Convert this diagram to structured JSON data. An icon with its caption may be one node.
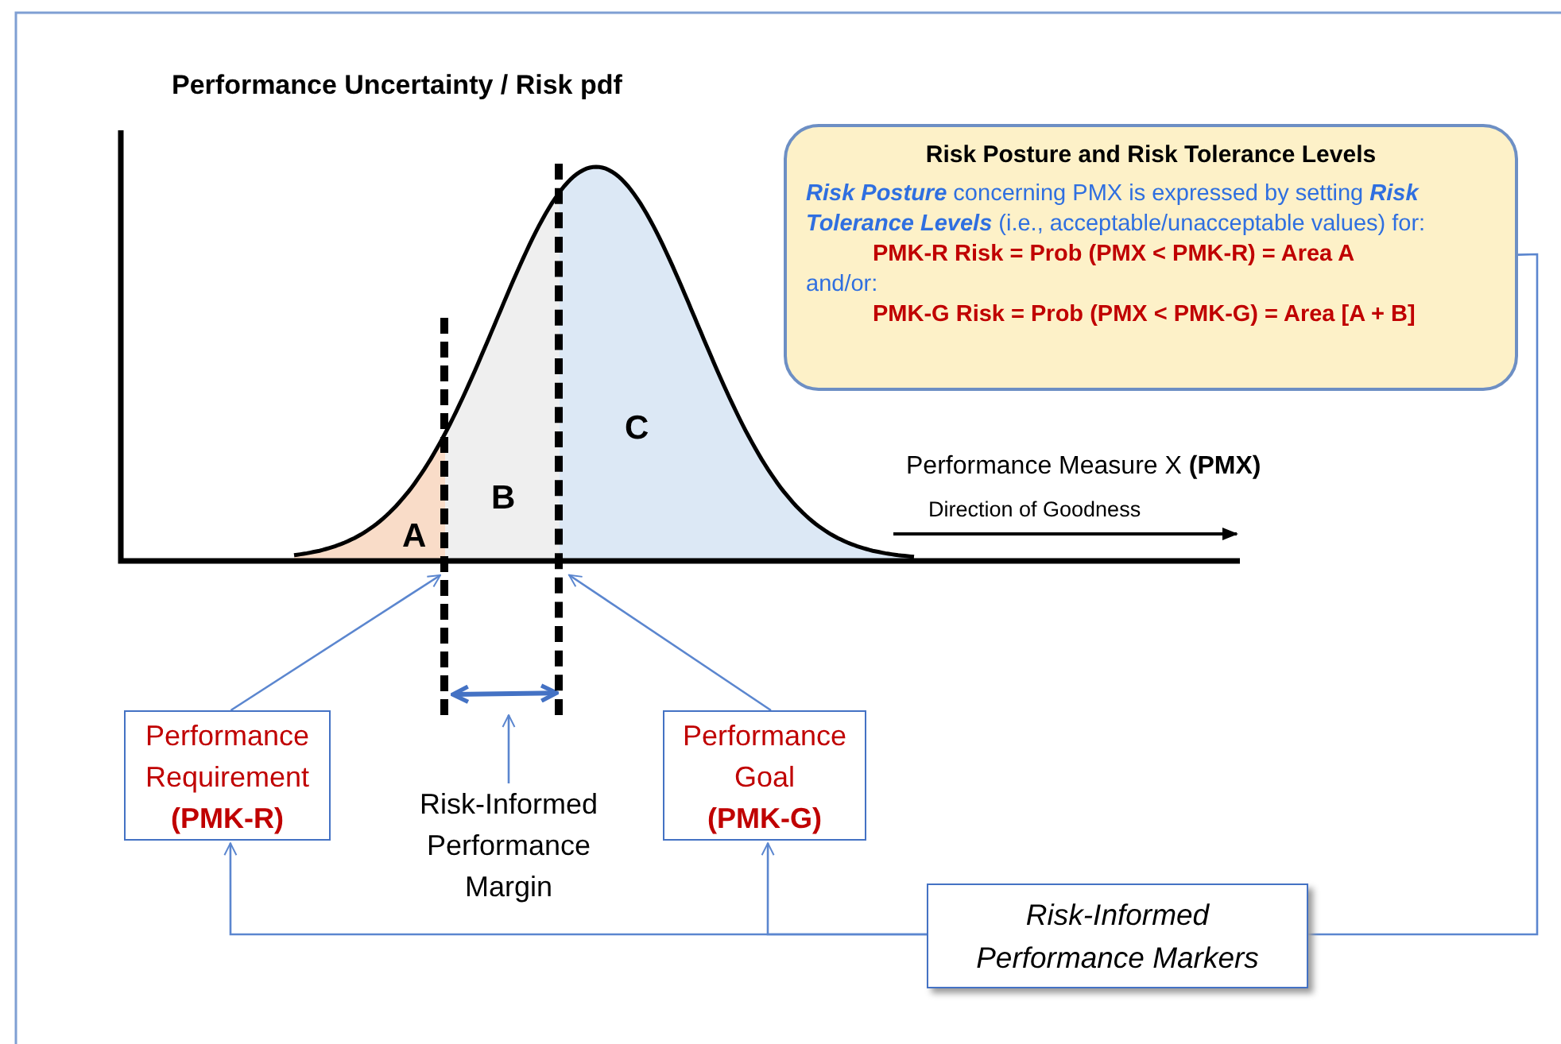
{
  "diagram": {
    "title": "Performance Uncertainty / Risk pdf",
    "nodes": [
      {
        "text": [
          "Risk Posture and Risk Tolerance Levels",
          "**Risk Posture** concerning PMX is expressed by setting **Risk Tolerance Levels** (i.e., acceptable/unacceptable values) for:",
          "PMK-R Risk = Prob (PMX < PMK-R) = Area A",
          "and/or:",
          "PMK-G Risk = Prob (PMX < PMK-G) = Area [A + B]"
        ]
      },
      {
        "text": [
          "Performance Requirement",
          "(PMK-R)"
        ]
      },
      {
        "text": [
          "Performance Goal",
          "(PMK-G)"
        ]
      },
      {
        "text": [
          "Risk-Informed Performance Markers"
        ]
      },
      {
        "text": [
          "Risk-Informed Performance Margin"
        ]
      },
      {
        "text": [],
        "shape": "line"
      },
      {
        "text": [],
        "shape": "line"
      }
    ],
    "edges": [
      {
        "from": 1,
        "to": 5,
        "arrow": "to"
      },
      {
        "from": 2,
        "to": 6,
        "arrow": "to"
      },
      {
        "from": 4,
        "to": null,
        "arrow": "to"
      },
      {
        "from": 3,
        "to": 1,
        "arrow": "to"
      },
      {
        "from": 3,
        "to": 2,
        "arrow": "to"
      },
      {
        "from": 0,
        "to": 3,
        "arrow": "none"
      },
      {
        "from": 5,
        "to": 6,
        "arrow": "both",
        "style": "thick",
        "color": "#4472c4"
      }
    ],
    "labels": [
      "C",
      "Performance Measure X **(PMX)**",
      "B",
      "Direction of Goodness",
      "A"
    ]
  }
}
